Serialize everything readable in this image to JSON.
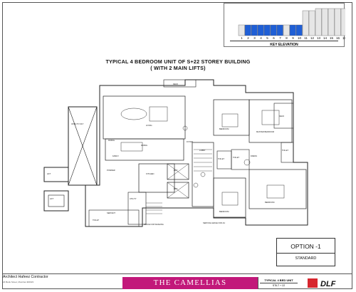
{
  "key_elevation": {
    "title": "KEY ELEVATION",
    "floor_numbers": [
      "1",
      "2",
      "3",
      "4",
      "5",
      "6",
      "7",
      "8",
      "9",
      "10",
      "11",
      "12",
      "13",
      "14",
      "15",
      "16",
      "17"
    ],
    "highlighted_floors": [
      "2",
      "3",
      "4",
      "5",
      "6",
      "7",
      "9",
      "10"
    ],
    "highlight_color": "#1f5fd6"
  },
  "drawing": {
    "title": "TYPICAL 4 BEDROOM UNIT OF S+22  STOREY BUILDING",
    "subtitle": "( WITH 2 MAIN LIFTS)"
  },
  "rooms": {
    "deck_top": "DECK",
    "deck_right": "DECK",
    "living": "LIVING",
    "dining": "DINING",
    "dining_sub": "DINING",
    "bedroom1": "BEDROOM",
    "master_bed": "MASTER BEDROOM",
    "bedroom3": "BEDROOM",
    "bedroom4": "BEDROOM",
    "kitchen": "KITCHEN",
    "lobby": "LOBBY",
    "lift1": "LIFT",
    "lift2": "LIFT",
    "lift3": "LIFT",
    "lift4": "LIFT",
    "powder": "POWDER",
    "toilet": "TOILET",
    "toilet2": "TOILET",
    "toilet3": "TOILET",
    "toilet4": "TOILET",
    "foyer": "FOYER",
    "utility": "UTILITY",
    "servant": "SERVANT",
    "dress": "DRESS",
    "family": "FAMILY",
    "open_to_sky": "OPEN TO SKY",
    "space_for_washing": "SPACE FOR WASHING",
    "service_ledge": "SERVICE LEDGE FOR AC"
  },
  "option": {
    "label": "OPTION -1",
    "variant": "STANDARD"
  },
  "footer": {
    "architect": "Architect Hafeez Contractor",
    "architect_sub": "24 Bank Street, Mumbai 400023",
    "project": "THE CAMELLIAS",
    "unit_label": "TYPICAL 4 BED UNIT",
    "unit_code": "STILT + 22",
    "brand": "DLF",
    "band_color": "#c2187a",
    "brand_color": "#d7262e"
  }
}
